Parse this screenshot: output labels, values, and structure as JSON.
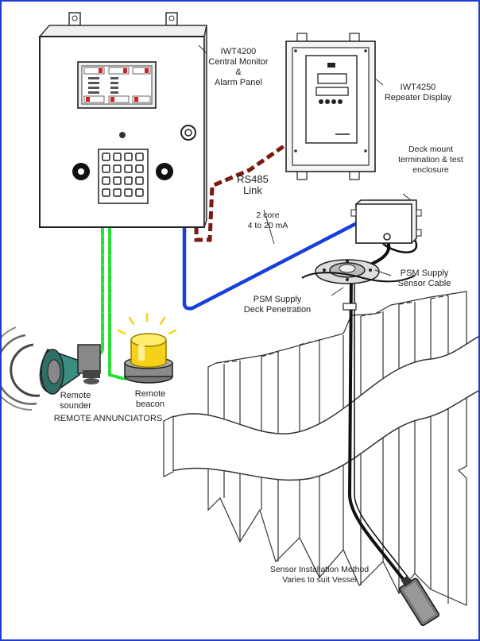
{
  "labels": {
    "central_monitor": [
      "IWT4200",
      "Central Monitor",
      "&",
      "Alarm Panel"
    ],
    "repeater": [
      "IWT4250",
      "Repeater Display"
    ],
    "deck_mount": [
      "Deck mount",
      "termination & test",
      "enclosure"
    ],
    "rs485": [
      "RS485",
      "Link"
    ],
    "two_core": [
      "2 core",
      "4 to 20 mA"
    ],
    "psm_sensor_cable": [
      "PSM Supply",
      "Sensor Cable"
    ],
    "psm_deck_penetration": [
      "PSM Supply",
      "Deck Penetration"
    ],
    "remote_sounder": [
      "Remote",
      "sounder"
    ],
    "remote_beacon": [
      "Remote",
      "beacon"
    ],
    "remote_annunciators": "REMOTE ANNUNCIATORS",
    "sensor_installation": [
      "Sensor Installation Method",
      "Varies to suit Vessel"
    ]
  },
  "colors": {
    "frame_border": "#1f3bd1",
    "rs485_link": "#7a1a10",
    "current_loop": "#1a3fd9",
    "annunciator_cable": "#27e037",
    "beacon": "#f5d21a"
  }
}
